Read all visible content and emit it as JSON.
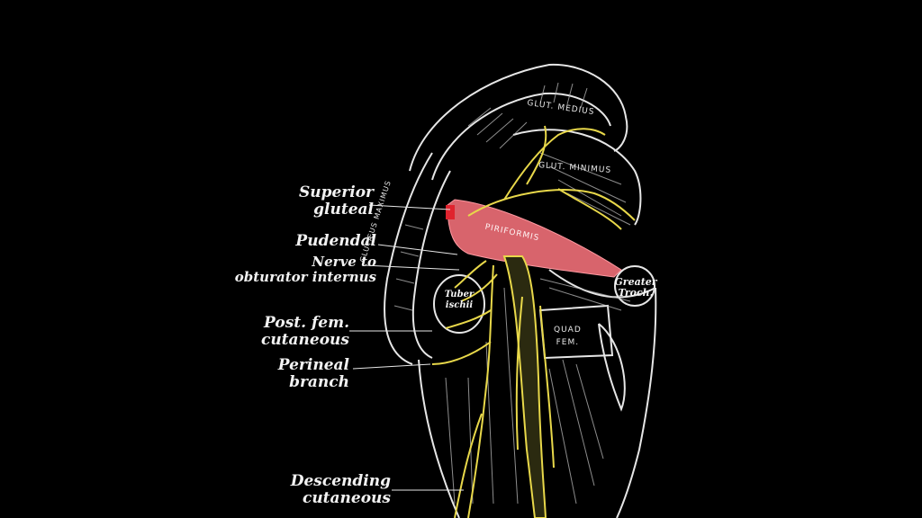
{
  "diagram": {
    "labels": {
      "superior_gluteal": [
        "Superior",
        "gluteal"
      ],
      "pudendal": [
        "Pudendal"
      ],
      "nerve_obturator": [
        "Nerve to",
        "obturator internus"
      ],
      "post_fem": [
        "Post. fem.",
        "cutaneous"
      ],
      "perineal": [
        "Perineal",
        "branch"
      ],
      "descending": [
        "Descending",
        "cutaneous"
      ],
      "greater_troch": [
        "Greater",
        "Troch."
      ],
      "tuber_ischii": [
        "Tuber",
        "ischii"
      ]
    },
    "muscle_labels": {
      "glut_medius": "GLUT. MEDIUS",
      "glut_minimus": "GLUT. MINIMUS",
      "gluteus_maximus": "GLUTÆUS MAXIMUS",
      "piriformis": "PIRIFORMIS",
      "quad_fem": [
        "QUAD",
        "FEM."
      ]
    },
    "colors": {
      "background": "#000000",
      "linework": "#e6e6e6",
      "nerve": "#e8d84a",
      "piriformis_highlight": "#ef6f78"
    }
  }
}
